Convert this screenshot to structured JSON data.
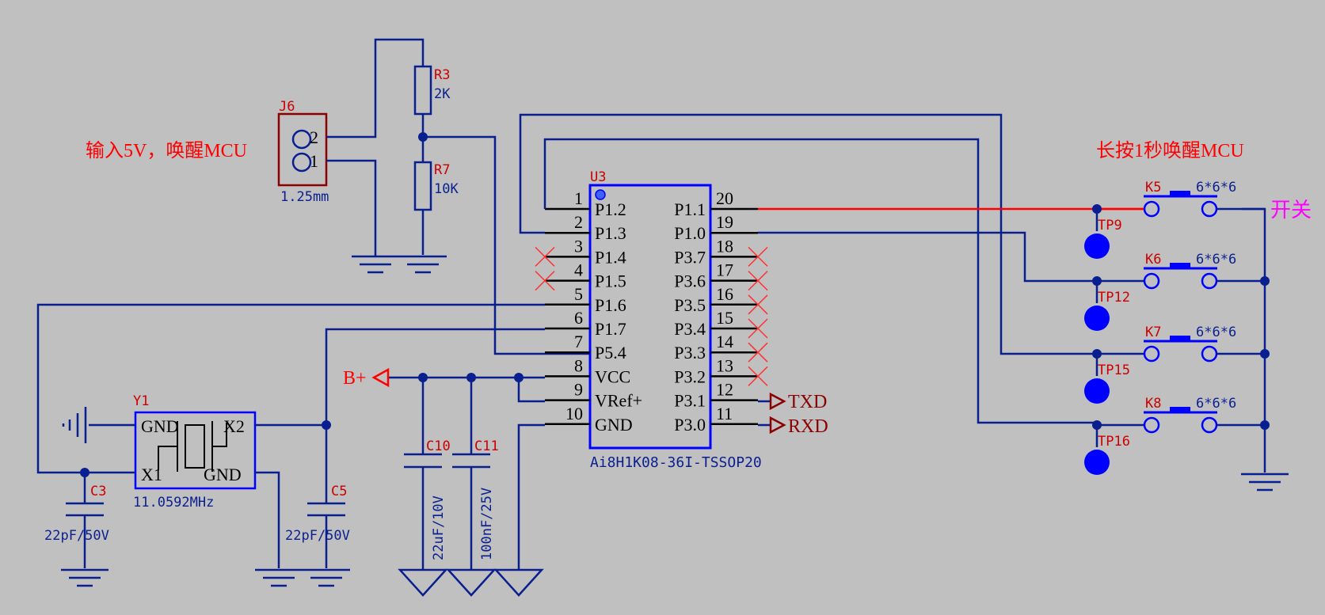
{
  "notes": {
    "input_wake": "输入5V，唤醒MCU",
    "long_press": "长按1秒唤醒MCU",
    "switch": "开关"
  },
  "j6": {
    "designator": "J6",
    "pin2": "2",
    "pin1": "1",
    "value": "1.25mm"
  },
  "r3": {
    "designator": "R3",
    "value": "2K"
  },
  "r7": {
    "designator": "R7",
    "value": "10K"
  },
  "u3": {
    "designator": "U3",
    "part": "Ai8H1K08-36I-TSSOP20",
    "left_pins": [
      {
        "num": "1",
        "name": "P1.2"
      },
      {
        "num": "2",
        "name": "P1.3"
      },
      {
        "num": "3",
        "name": "P1.4"
      },
      {
        "num": "4",
        "name": "P1.5"
      },
      {
        "num": "5",
        "name": "P1.6"
      },
      {
        "num": "6",
        "name": "P1.7"
      },
      {
        "num": "7",
        "name": "P5.4"
      },
      {
        "num": "8",
        "name": "VCC"
      },
      {
        "num": "9",
        "name": "VRef+"
      },
      {
        "num": "10",
        "name": "GND"
      }
    ],
    "right_pins": [
      {
        "num": "20",
        "name": "P1.1"
      },
      {
        "num": "19",
        "name": "P1.0"
      },
      {
        "num": "18",
        "name": "P3.7"
      },
      {
        "num": "17",
        "name": "P3.6"
      },
      {
        "num": "16",
        "name": "P3.5"
      },
      {
        "num": "15",
        "name": "P3.4"
      },
      {
        "num": "14",
        "name": "P3.3"
      },
      {
        "num": "13",
        "name": "P3.2"
      },
      {
        "num": "12",
        "name": "P3.1"
      },
      {
        "num": "11",
        "name": "P3.0"
      }
    ]
  },
  "ports": {
    "bplus": "B+",
    "txd": "TXD",
    "rxd": "RXD"
  },
  "y1": {
    "designator": "Y1",
    "gnd": "GND",
    "x1": "X1",
    "x2": "X2",
    "value": "11.0592MHz"
  },
  "c3": {
    "designator": "C3",
    "value": "22pF/50V"
  },
  "c5": {
    "designator": "C5",
    "value": "22pF/50V"
  },
  "c10": {
    "designator": "C10",
    "value": "22uF/10V"
  },
  "c11": {
    "designator": "C11",
    "value": "100nF/25V"
  },
  "switches": [
    {
      "designator": "K5",
      "value": "6*6*6",
      "tp": "TP9"
    },
    {
      "designator": "K6",
      "value": "6*6*6",
      "tp": "TP12"
    },
    {
      "designator": "K7",
      "value": "6*6*6",
      "tp": "TP15"
    },
    {
      "designator": "K8",
      "value": "6*6*6",
      "tp": "TP16"
    }
  ],
  "colors": {
    "wire": "#0a1f8f",
    "designator": "#cc0000",
    "accent_wire": "#ff0000",
    "note": "#ff0000",
    "switch_note": "#ff00ff",
    "background": "#c0c0c0"
  }
}
